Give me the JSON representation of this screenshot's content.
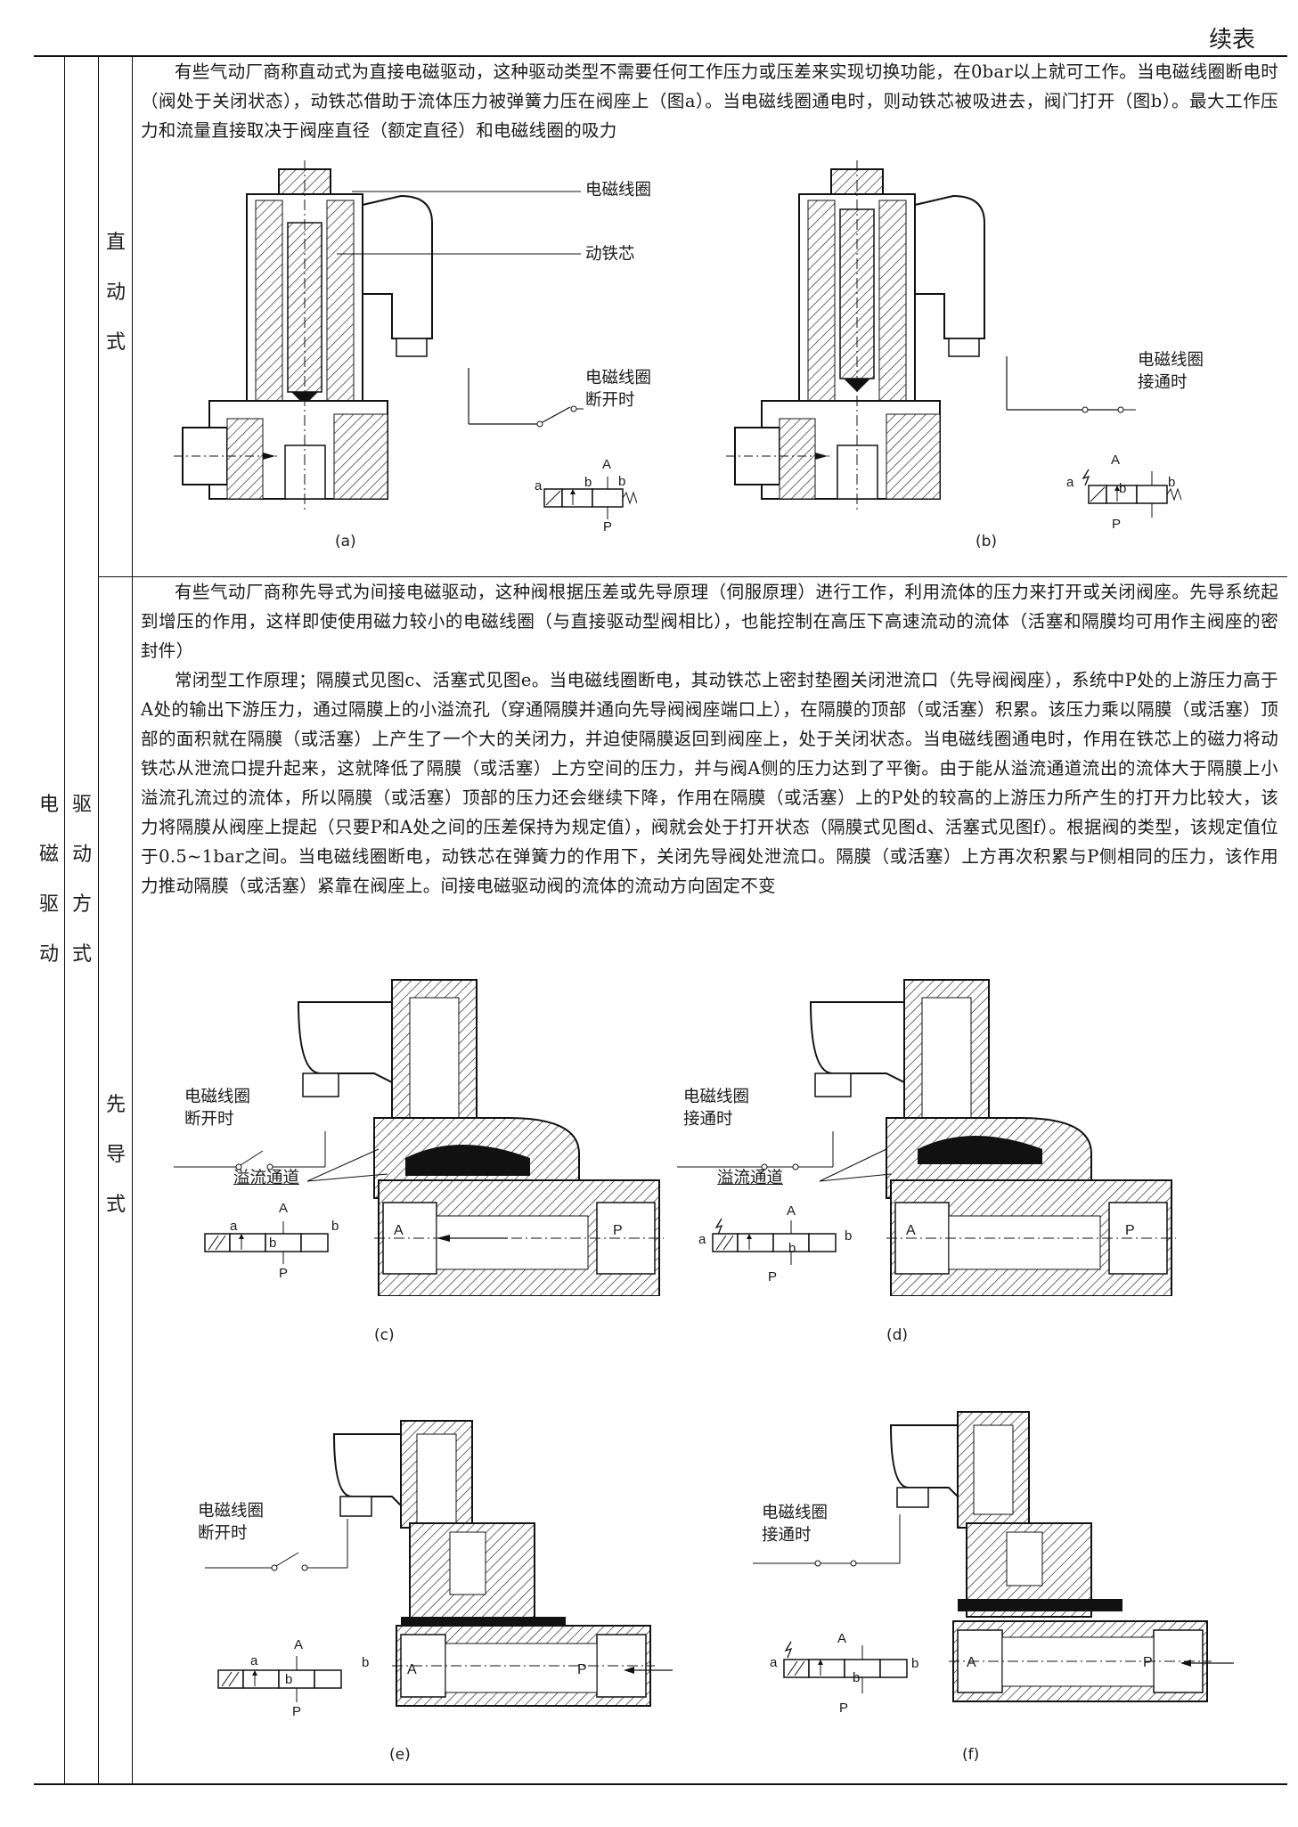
{
  "header": {
    "continued": "续表"
  },
  "row_headers": {
    "col1": [
      "电",
      "磁",
      "驱",
      "动"
    ],
    "col2": [
      "驱",
      "动",
      "方",
      "式"
    ]
  },
  "direct": {
    "heading": [
      "直",
      "动",
      "式"
    ],
    "text": "有些气动厂商称直动式为直接电磁驱动，这种驱动类型不需要任何工作压力或压差来实现切换功能，在0bar以上就可工作。当电磁线圈断电时（阀处于关闭状态），动铁芯借助于流体压力被弹簧力压在阀座上（图a）。当电磁线圈通电时，则动铁芯被吸进去，阀门打开（图b）。最大工作压力和流量直接取决于阀座直径（额定直径）和电磁线圈的吸力",
    "labels": {
      "coil": "电磁线圈",
      "armature": "动铁芯",
      "coil_off_1": "电磁线圈",
      "coil_off_2": "断开时",
      "coil_on_1": "电磁线圈",
      "coil_on_2": "接通时"
    },
    "captions": [
      "(a)",
      "(b)"
    ]
  },
  "pilot": {
    "heading": [
      "先",
      "导",
      "式"
    ],
    "text1": "有些气动厂商称先导式为间接电磁驱动，这种阀根据压差或先导原理（伺服原理）进行工作，利用流体的压力来打开或关闭阀座。先导系统起到增压的作用，这样即使使用磁力较小的电磁线圈（与直接驱动型阀相比），也能控制在高压下高速流动的流体（活塞和隔膜均可用作主阀座的密封件）",
    "text2": "常闭型工作原理；隔膜式见图c、活塞式见图e。当电磁线圈断电，其动铁芯上密封垫圈关闭泄流口（先导阀阀座），系统中P处的上游压力高于A处的输出下游压力，通过隔膜上的小溢流孔（穿通隔膜并通向先导阀阀座端口上），在隔膜的顶部（或活塞）积累。该压力乘以隔膜（或活塞）顶部的面积就在隔膜（或活塞）上产生了一个大的关闭力，并迫使隔膜返回到阀座上，处于关闭状态。当电磁线圈通电时，作用在铁芯上的磁力将动铁芯从泄流口提升起来，这就降低了隔膜（或活塞）上方空间的压力，并与阀A侧的压力达到了平衡。由于能从溢流通道流出的流体大于隔膜上小溢流孔流过的流体，所以隔膜（或活塞）顶部的压力还会继续下降，作用在隔膜（或活塞）上的P处的较高的上游压力所产生的打开力比较大，该力将隔膜从阀座上提起（只要P和A处之间的压差保持为规定值），阀就会处于打开状态（隔膜式见图d、活塞式见图f）。根据阀的类型，该规定值位于0.5~1bar之间。当电磁线圈断电，动铁芯在弹簧力的作用下，关闭先导阀处泄流口。隔膜（或活塞）上方再次积累与P侧相同的压力，该作用力推动隔膜（或活塞）紧靠在阀座上。间接电磁驱动阀的流体的流动方向固定不变",
    "labels": {
      "coil_off_1": "电磁线圈",
      "coil_off_2": "断开时",
      "coil_on_1": "电磁线圈",
      "coil_on_2": "接通时",
      "overflow": "溢流通道"
    },
    "captions": [
      "(c)",
      "(d)",
      "(e)",
      "(f)"
    ]
  },
  "symbol": {
    "a": "a",
    "b": "b",
    "A": "A",
    "P": "P"
  }
}
